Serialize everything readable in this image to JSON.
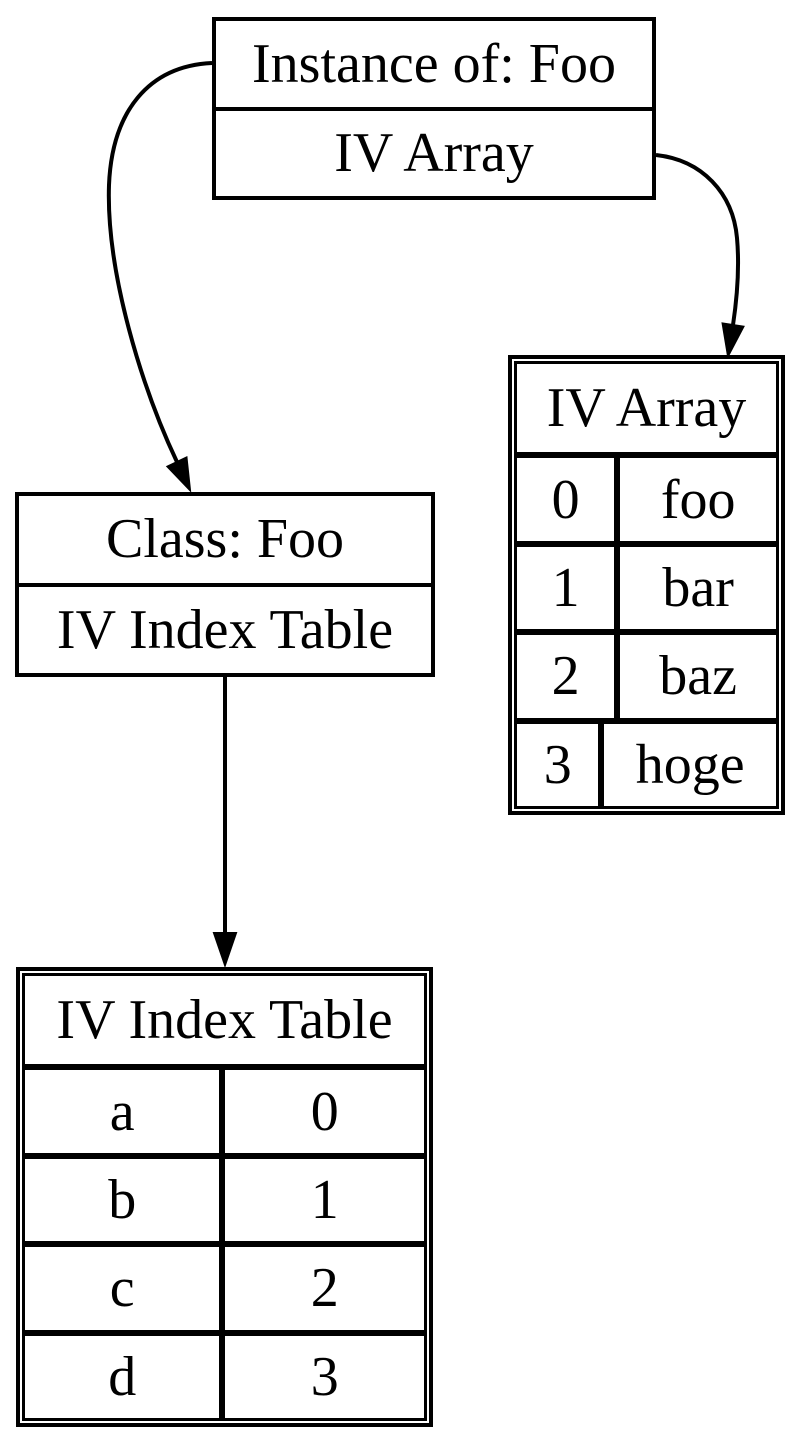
{
  "colors": {
    "stroke": "#000000",
    "background": "#ffffff"
  },
  "nodes": {
    "instance": {
      "title": "Instance of: Foo",
      "field": "IV Array"
    },
    "class": {
      "title": "Class: Foo",
      "field": "IV Index Table"
    },
    "iv_array": {
      "title": "IV Array",
      "rows": [
        {
          "key": "0",
          "value": "foo"
        },
        {
          "key": "1",
          "value": "bar"
        },
        {
          "key": "2",
          "value": "baz"
        },
        {
          "key": "3",
          "value": "hoge"
        }
      ]
    },
    "iv_index_table": {
      "title": "IV Index Table",
      "rows": [
        {
          "key": "a",
          "value": "0"
        },
        {
          "key": "b",
          "value": "1"
        },
        {
          "key": "c",
          "value": "2"
        },
        {
          "key": "d",
          "value": "3"
        }
      ]
    }
  },
  "edges": [
    {
      "from": "instance",
      "to": "class"
    },
    {
      "from": "instance-iv-array",
      "to": "iv-array-table"
    },
    {
      "from": "class-iv-index-table",
      "to": "iv-index-table"
    }
  ]
}
